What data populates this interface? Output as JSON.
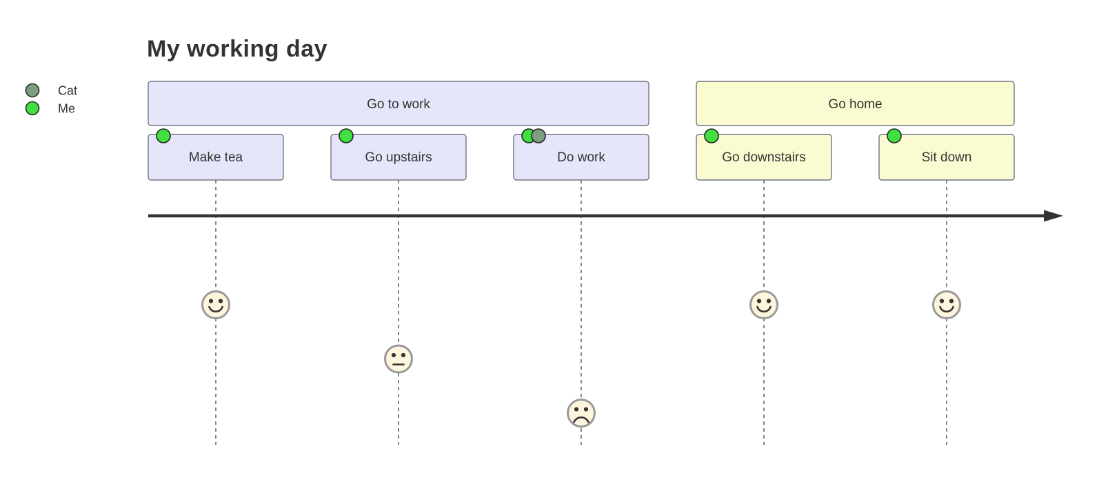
{
  "diagram": {
    "type": "user-journey",
    "title": "My working day",
    "colors": {
      "actor_me": "#3FE03F",
      "actor_cat": "#7F9E7F",
      "box_border": "#737380",
      "face_fill": "#FDF5DC",
      "face_border": "#999999",
      "axis": "#333333",
      "guide_line": "#666666",
      "text": "#333333"
    },
    "legend": [
      {
        "name": "Cat",
        "color_key": "actor_cat"
      },
      {
        "name": "Me",
        "color_key": "actor_me"
      }
    ],
    "score_scale": {
      "min": 1,
      "max": 5
    },
    "sections": [
      {
        "label": "Go to work",
        "fill": "#E6E6FA",
        "tasks": [
          {
            "label": "Make tea",
            "score": 5,
            "actors": [
              "Me"
            ]
          },
          {
            "label": "Go upstairs",
            "score": 3,
            "actors": [
              "Me"
            ]
          },
          {
            "label": "Do work",
            "score": 1,
            "actors": [
              "Me",
              "Cat"
            ]
          }
        ]
      },
      {
        "label": "Go home",
        "fill": "#FBFBD1",
        "tasks": [
          {
            "label": "Go downstairs",
            "score": 5,
            "actors": [
              "Me"
            ]
          },
          {
            "label": "Sit down",
            "score": 5,
            "actors": [
              "Me"
            ]
          }
        ]
      }
    ]
  }
}
